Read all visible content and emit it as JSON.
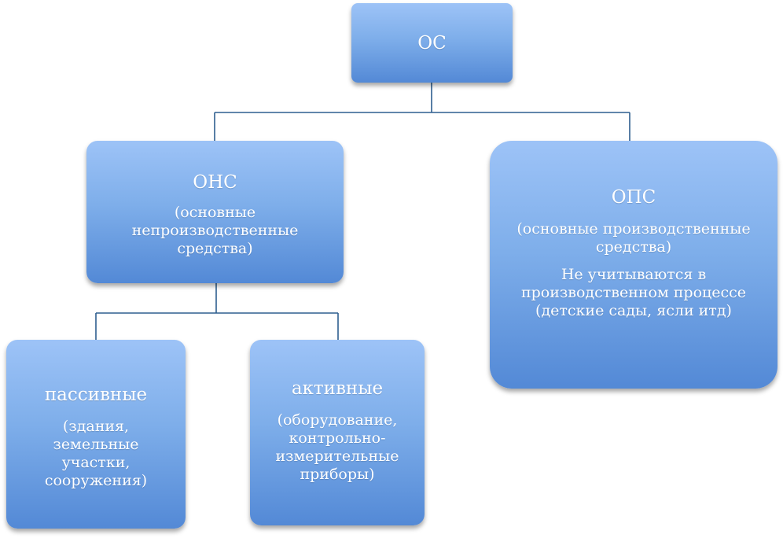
{
  "diagram": {
    "root": {
      "title": "ОС"
    },
    "ons": {
      "title": "ОНС",
      "subtitle": "(основные непроизводственные средства)"
    },
    "ops": {
      "title": "ОПС",
      "subtitle": "(основные производственные средства)",
      "note": "Не учитываются в производственном процессе (детские сады, ясли итд)"
    },
    "passive": {
      "title": "пассивные",
      "subtitle": "(здания, земельные участки, сооружения)"
    },
    "active": {
      "title": "активные",
      "subtitle": "(оборудование, контрольно-измерительные приборы)"
    }
  },
  "colors": {
    "box_top": "#9dc3f7",
    "box_bottom": "#5389d6",
    "connector": "#2f5f8f",
    "text": "#ffffff"
  }
}
